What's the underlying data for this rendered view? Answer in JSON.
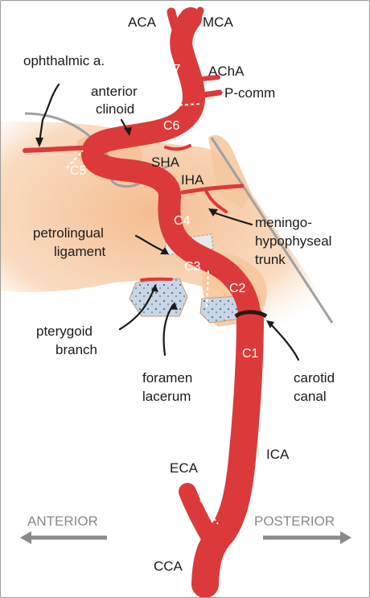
{
  "labels": {
    "aca": "ACA",
    "mca": "MCA",
    "acha": "AChA",
    "pcomm": "P-comm",
    "ophthalmic": "ophthalmic a.",
    "anterior_clinoid_1": "anterior",
    "anterior_clinoid_2": "clinoid",
    "sha": "SHA",
    "iha": "IHA",
    "meningo_1": "meningo-",
    "meningo_2": "hypophyseal",
    "meningo_3": "trunk",
    "petrolingual_1": "petrolingual",
    "petrolingual_2": "ligament",
    "pterygoid_1": "pterygoid",
    "pterygoid_2": "branch",
    "foramen_1": "foramen",
    "foramen_2": "lacerum",
    "carotid_canal_1": "carotid",
    "carotid_canal_2": "canal",
    "eca": "ECA",
    "ica": "ICA",
    "cca": "CCA"
  },
  "segments": {
    "c1": "C1",
    "c2": "C2",
    "c3": "C3",
    "c4": "C4",
    "c5": "C5",
    "c6": "C6",
    "c7": "C7"
  },
  "directions": {
    "anterior": "ANTERIOR",
    "posterior": "POSTERIOR"
  },
  "colors": {
    "artery": "#dc3a3a",
    "artery_dark": "#b82626",
    "bone": "#f6c79c",
    "bone_light": "#fbe3cc",
    "arrow_gray": "#8a8a8a",
    "dura_line": "#a0a0a0"
  }
}
